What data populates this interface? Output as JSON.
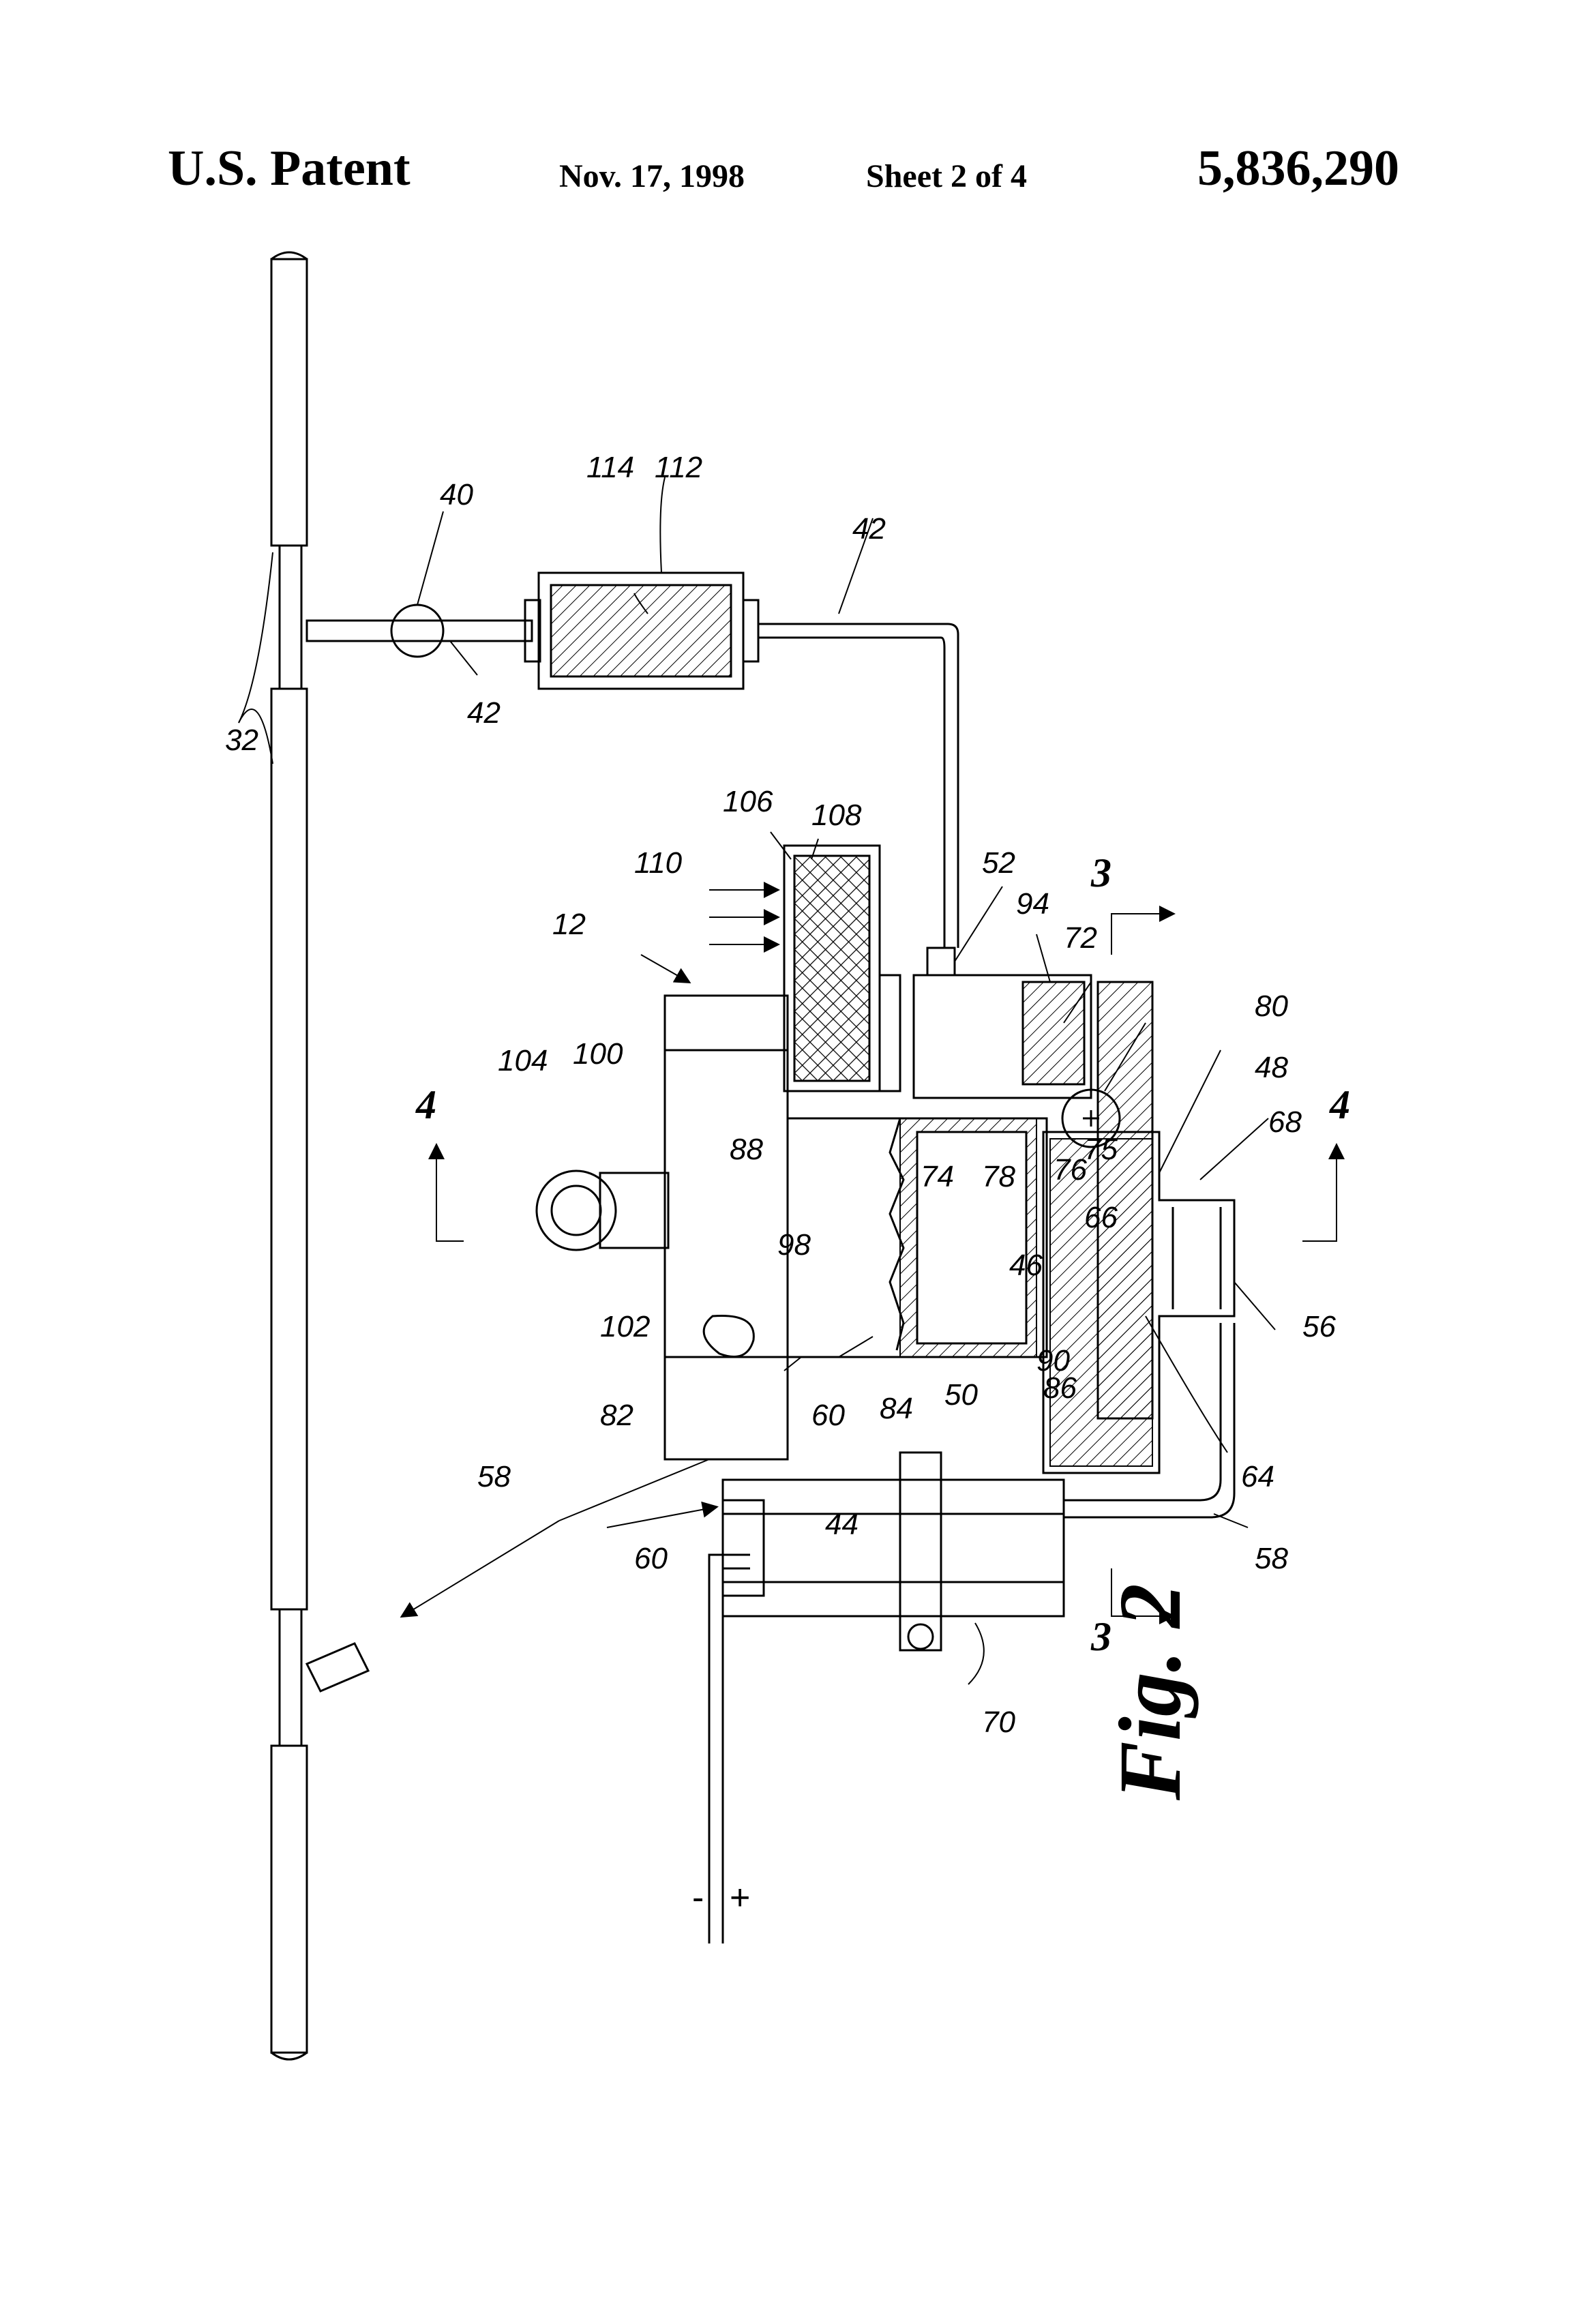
{
  "header": {
    "title": "U.S. Patent",
    "date": "Nov. 17, 1998",
    "sheet": "Sheet 2 of 4",
    "patent_number": "5,836,290"
  },
  "figure": {
    "caption": "Fig. 2",
    "reference_numerals": {
      "n12": "12",
      "n32": "32",
      "n40": "40",
      "n42a": "42",
      "n42b": "42",
      "n44": "44",
      "n46": "46",
      "n48": "48",
      "n50": "50",
      "n52": "52",
      "n56": "56",
      "n58a": "58",
      "n58b": "58",
      "n60a": "60",
      "n60b": "60",
      "n64": "64",
      "n66": "66",
      "n68": "68",
      "n70": "70",
      "n72": "72",
      "n74": "74",
      "n75": "75",
      "n76": "76",
      "n78": "78",
      "n80": "80",
      "n82": "82",
      "n84": "84",
      "n86": "86",
      "n88": "88",
      "n90": "90",
      "n94": "94",
      "n98": "98",
      "n100": "100",
      "n102": "102",
      "n104": "104",
      "n106": "106",
      "n108": "108",
      "n110": "110",
      "n112": "112",
      "n114": "114"
    },
    "section_marks": {
      "s3_top": "3",
      "s3_bottom": "3",
      "s4_left": "4",
      "s4_right": "4"
    },
    "polarity": {
      "minus": "-",
      "plus": "+"
    }
  }
}
